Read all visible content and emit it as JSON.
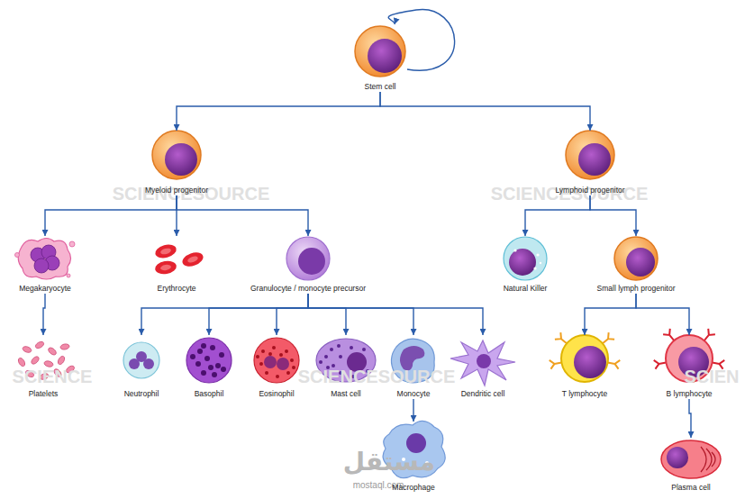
{
  "diagram": {
    "nodes": [
      {
        "text": [
          "Stem cell"
        ]
      },
      {
        "text": [
          "Myeloid progenitor"
        ]
      },
      {
        "text": [
          "Lymphoid progenitor"
        ]
      },
      {
        "text": [
          "Megakaryocyte"
        ]
      },
      {
        "text": [
          "Erythrocyte"
        ]
      },
      {
        "text": [
          "Granulocyte / monocyte precursor"
        ]
      },
      {
        "text": [
          "Natural Killer"
        ]
      },
      {
        "text": [
          "Small lymph progenitor"
        ]
      },
      {
        "text": [
          "Platelets"
        ]
      },
      {
        "text": [
          "Neutrophil"
        ]
      },
      {
        "text": [
          "Basophil"
        ]
      },
      {
        "text": [
          "Eosinophil"
        ]
      },
      {
        "text": [
          "Mast cell"
        ]
      },
      {
        "text": [
          "Monocyte"
        ]
      },
      {
        "text": [
          "Dendritic cell"
        ]
      },
      {
        "text": [
          "T lymphocyte"
        ]
      },
      {
        "text": [
          "B lymphocyte"
        ]
      },
      {
        "text": [
          "Macrophage"
        ]
      },
      {
        "text": [
          "Plasma cell"
        ]
      }
    ],
    "edges": [
      {
        "from": 0,
        "to": 0,
        "arrow": "to"
      },
      {
        "from": 0,
        "to": 1,
        "arrow": "to"
      },
      {
        "from": 0,
        "to": 2,
        "arrow": "to"
      },
      {
        "from": 1,
        "to": 3,
        "arrow": "to"
      },
      {
        "from": 1,
        "to": 4,
        "arrow": "to"
      },
      {
        "from": 1,
        "to": 5,
        "arrow": "to"
      },
      {
        "from": 2,
        "to": 6,
        "arrow": "to"
      },
      {
        "from": 2,
        "to": 7,
        "arrow": "to"
      },
      {
        "from": 3,
        "to": 8,
        "arrow": "to"
      },
      {
        "from": 5,
        "to": 9,
        "arrow": "to"
      },
      {
        "from": 5,
        "to": 10,
        "arrow": "to"
      },
      {
        "from": 5,
        "to": 11,
        "arrow": "to"
      },
      {
        "from": 5,
        "to": 12,
        "arrow": "to"
      },
      {
        "from": 5,
        "to": 13,
        "arrow": "to"
      },
      {
        "from": 5,
        "to": 14,
        "arrow": "to"
      },
      {
        "from": 7,
        "to": 15,
        "arrow": "to"
      },
      {
        "from": 7,
        "to": 16,
        "arrow": "to"
      },
      {
        "from": 13,
        "to": 17,
        "arrow": "to"
      },
      {
        "from": 16,
        "to": 18,
        "arrow": "to"
      }
    ],
    "labels": [
      "SCIENCESOURCE",
      "SCIENCESOURCE",
      "SCIENCE",
      "SCIENCESOURCE",
      "SCIEN",
      "مستقل",
      "mostaql.com"
    ]
  }
}
